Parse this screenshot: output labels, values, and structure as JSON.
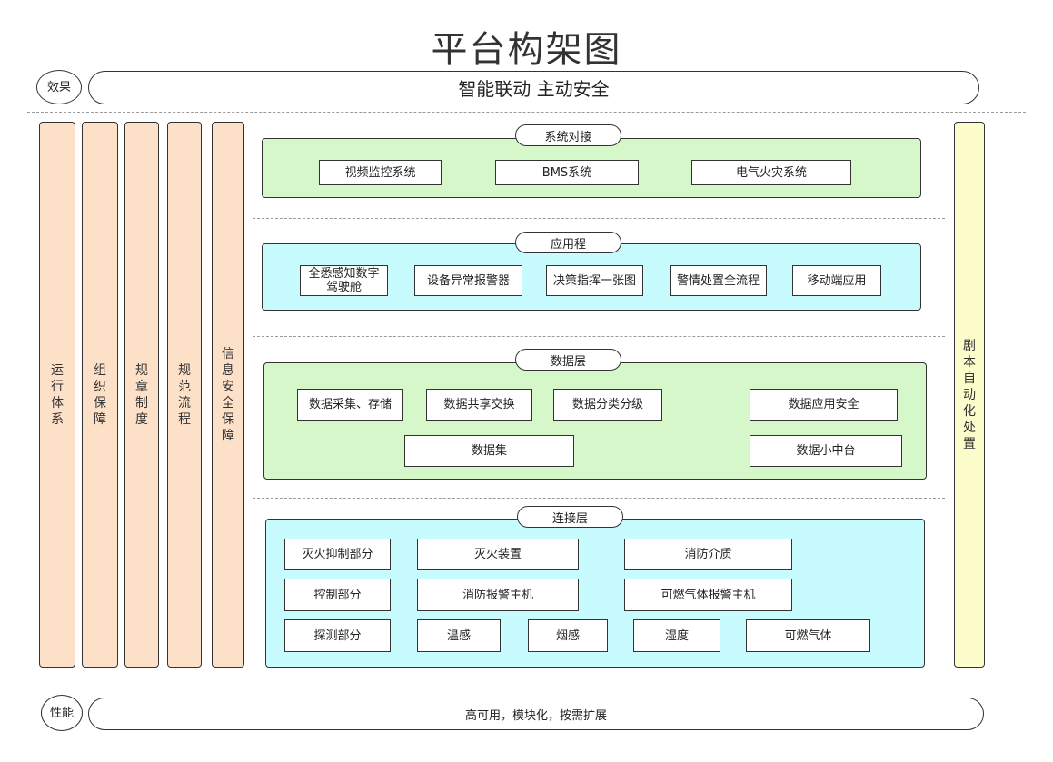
{
  "title": "平台构架图",
  "effect": {
    "badge": "效果",
    "text": "智能联动 主动安全"
  },
  "performance": {
    "badge": "性能",
    "text": "高可用，模块化，按需扩展"
  },
  "left_columns": [
    "运行体系",
    "组织保障",
    "规章制度",
    "规范流程",
    "信息安全保障"
  ],
  "right_column": "剧本自动化处置",
  "layers": {
    "system": {
      "label": "系统对接",
      "items": [
        "视频监控系统",
        "BMS系统",
        "电气火灾系统"
      ]
    },
    "application": {
      "label": "应用程",
      "items": [
        "全悉感知数字驾驶舱",
        "设备异常报警器",
        "决策指挥一张图",
        "警情处置全流程",
        "移动端应用"
      ]
    },
    "data": {
      "label": "数据层",
      "items": [
        "数据采集、存储",
        "数据共享交换",
        "数据分类分级",
        "数据应用安全",
        "数据集",
        "数据小中台"
      ]
    },
    "connection": {
      "label": "连接层",
      "items": [
        "灭火抑制部分",
        "灭火装置",
        "消防介质",
        "控制部分",
        "消防报警主机",
        "可燃气体报警主机",
        "探测部分",
        "温感",
        "烟感",
        "湿度",
        "可燃气体"
      ]
    }
  },
  "colors": {
    "column_fill": "#fde0c8",
    "right_column_fill": "#fdfccb",
    "green_panel": "#d5f7c9",
    "cyan_panel": "#c8fbfd"
  }
}
